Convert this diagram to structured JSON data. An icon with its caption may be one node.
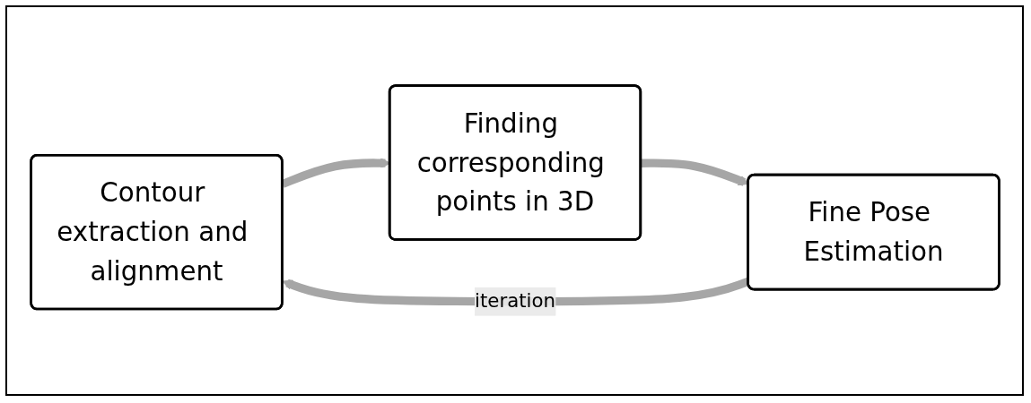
{
  "diagram": {
    "nodes": [
      {
        "text": [
          "Contour extraction and alignment"
        ]
      },
      {
        "text": [
          "Finding corresponding points in 3D"
        ]
      },
      {
        "text": [
          "Fine Pose Estimation"
        ]
      }
    ],
    "edges": [
      {
        "from": 0,
        "to": 1,
        "arrow": "to"
      },
      {
        "from": 1,
        "to": 2,
        "arrow": "to"
      },
      {
        "from": 2,
        "to": 0,
        "arrow": "to",
        "label": "iteration"
      }
    ]
  }
}
